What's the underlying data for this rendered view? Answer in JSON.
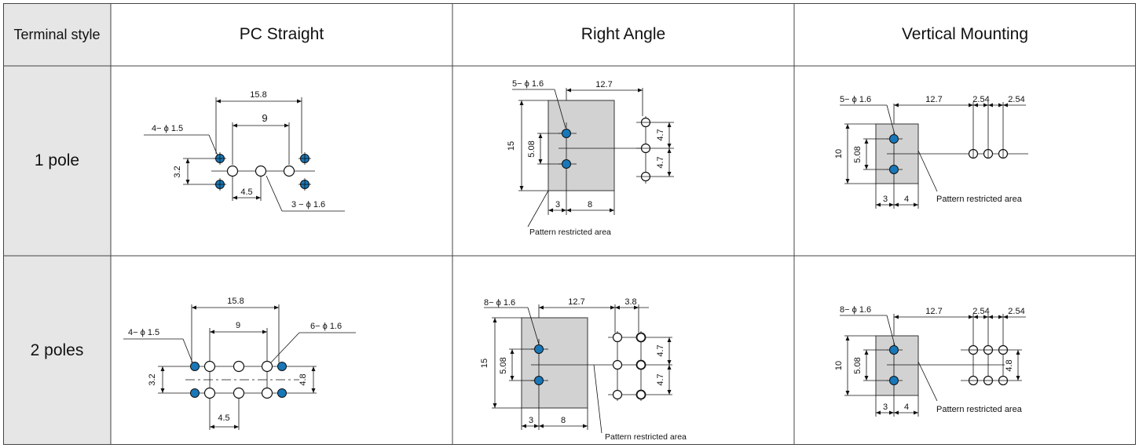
{
  "header": {
    "terminal_style": "Terminal style",
    "pc_straight": "PC Straight",
    "right_angle": "Right Angle",
    "vertical_mounting": "Vertical Mounting"
  },
  "rows": {
    "one_pole": "1 pole",
    "two_poles": "2 poles"
  },
  "pc1": {
    "d_15_8": "15.8",
    "d_9": "9",
    "d_3_2": "3.2",
    "d_4_5": "4.5",
    "hole_a": "4− ϕ 1.5",
    "hole_b": "3 − ϕ 1.6"
  },
  "ra1": {
    "hole": "5− ϕ 1.6",
    "d_12_7": "12.7",
    "d_15": "15",
    "d_5_08": "5.08",
    "d_4_7a": "4.7",
    "d_4_7b": "4.7",
    "d_3": "3",
    "d_8": "8",
    "area": "Pattern restricted area"
  },
  "vm1": {
    "hole": "5− ϕ 1.6",
    "d_12_7": "12.7",
    "d_2_54a": "2.54",
    "d_2_54b": "2.54",
    "d_10": "10",
    "d_5_08": "5.08",
    "d_3": "3",
    "d_4": "4",
    "area": "Pattern restricted area"
  },
  "pc2": {
    "d_15_8": "15.8",
    "d_9": "9",
    "d_3_2": "3.2",
    "d_4_8": "4.8",
    "d_4_5": "4.5",
    "hole_a": "4− ϕ 1.5",
    "hole_b": "6− ϕ 1.6"
  },
  "ra2": {
    "hole": "8− ϕ 1.6",
    "d_12_7": "12.7",
    "d_3_8": "3.8",
    "d_15": "15",
    "d_5_08": "5.08",
    "d_4_7a": "4.7",
    "d_4_7b": "4.7",
    "d_3": "3",
    "d_8": "8",
    "area": "Pattern restricted area"
  },
  "vm2": {
    "hole": "8− ϕ 1.6",
    "d_12_7": "12.7",
    "d_2_54a": "2.54",
    "d_2_54b": "2.54",
    "d_10": "10",
    "d_5_08": "5.08",
    "d_4_8": "4.8",
    "d_3": "3",
    "d_4": "4",
    "area": "Pattern restricted area"
  }
}
